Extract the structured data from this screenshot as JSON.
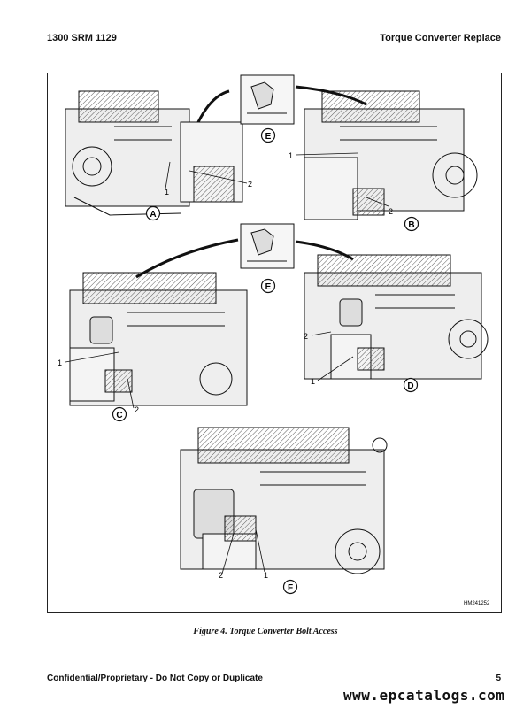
{
  "header": {
    "left": "1300 SRM 1129",
    "right": "Torque Converter Replace"
  },
  "figure": {
    "caption": "Figure 4. Torque Converter Bolt Access",
    "image_code": "HM241252",
    "view_labels": [
      "A",
      "B",
      "C",
      "D",
      "E",
      "E",
      "F"
    ],
    "callouts": [
      "1",
      "2"
    ]
  },
  "footer": {
    "left": "Confidential/Proprietary - Do Not Copy or Duplicate",
    "page_number": "5"
  },
  "watermark": "www.epcatalogs.com"
}
